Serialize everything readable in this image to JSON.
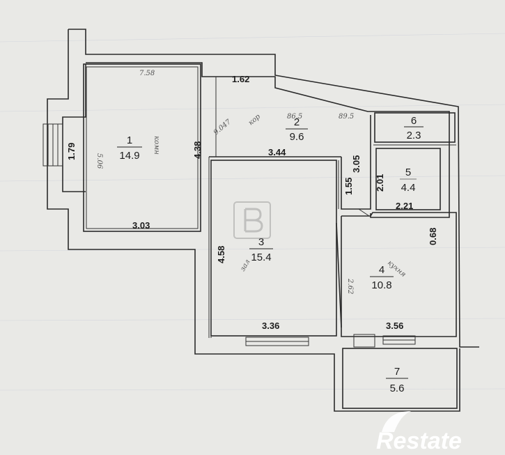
{
  "rooms": [
    {
      "number": "1",
      "area": "14.9"
    },
    {
      "number": "2",
      "area": "9.6"
    },
    {
      "number": "3",
      "area": "15.4"
    },
    {
      "number": "4",
      "area": "10.8"
    },
    {
      "number": "5",
      "area": "4.4"
    },
    {
      "number": "6",
      "area": "2.3"
    },
    {
      "number": "7",
      "area": "5.6"
    }
  ],
  "dims": {
    "d179": "1.79",
    "d438": "4.38",
    "d303": "3.03",
    "d162": "1.62",
    "d344": "3.44",
    "d305": "3.05",
    "d155": "1.55",
    "d201": "2.01",
    "d221": "2.21",
    "d458": "4.58",
    "d068": "0.68",
    "d336": "3.36",
    "d356": "3.56"
  },
  "brand": {
    "watermark": "Restate"
  }
}
